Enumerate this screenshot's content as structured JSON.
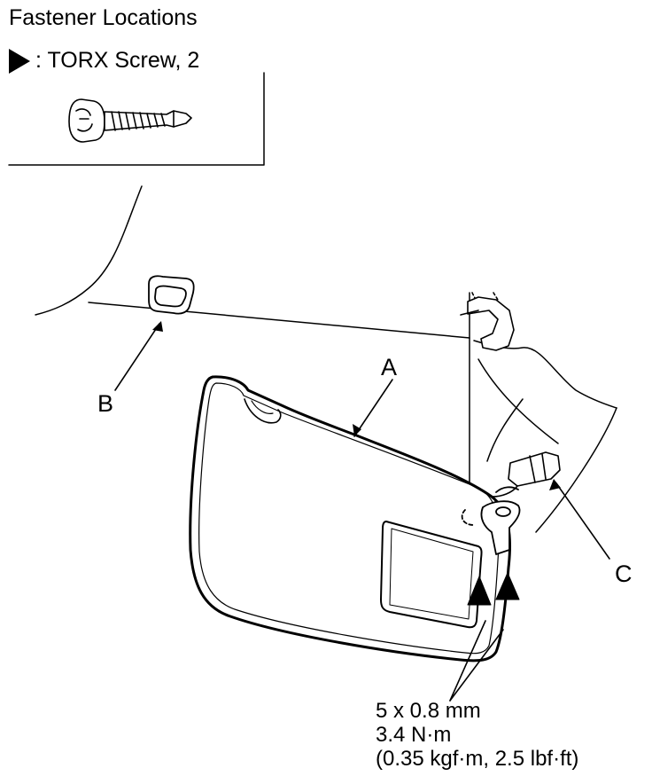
{
  "title": "Fastener Locations",
  "legend": {
    "symbol": "filled-triangle-icon",
    "text": ": TORX Screw, 2"
  },
  "callouts": {
    "a": "A",
    "b": "B",
    "c": "C"
  },
  "torque_spec": {
    "size": "5 x 0.8 mm",
    "torque_nm": "3.4 N·m",
    "torque_alt": "(0.35 kgf·m, 2.5 lbf·ft)"
  }
}
